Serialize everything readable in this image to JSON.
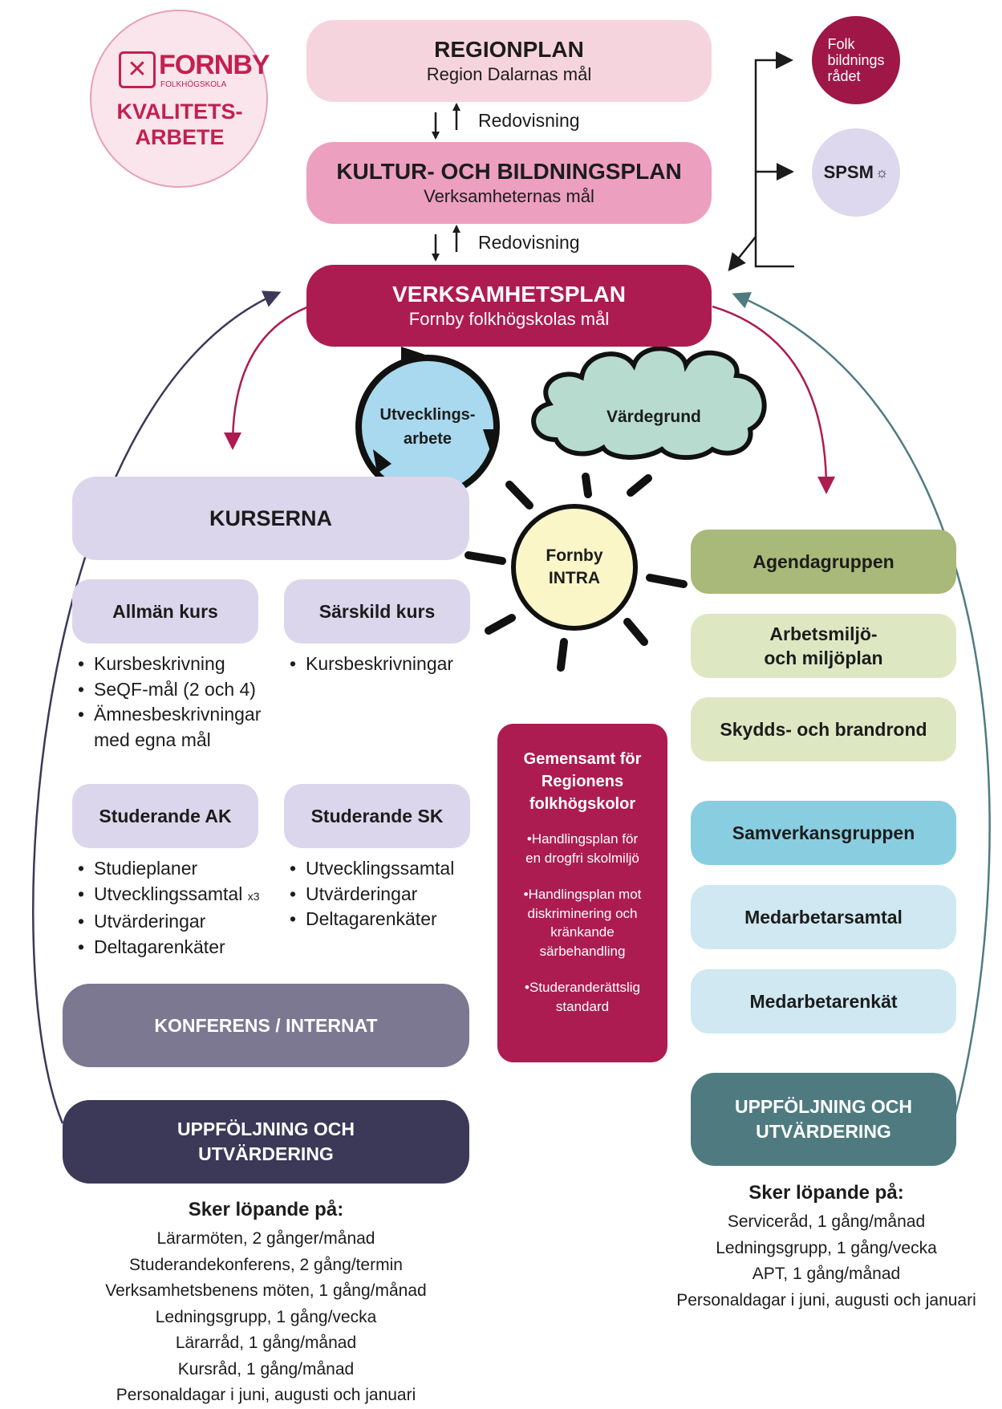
{
  "logo": {
    "brand": "FORNBY",
    "brand_sub": "FOLKHÖGSKOLA",
    "line1": "KVALITETS-",
    "line2": "ARBETE"
  },
  "regionplan": {
    "title": "REGIONPLAN",
    "subtitle": "Region Dalarnas mål"
  },
  "redovisning_1": "Redovisning",
  "kulturplan": {
    "title": "KULTUR- OCH BILDNINGSPLAN",
    "subtitle": "Verksamheternas mål"
  },
  "redovisning_2": "Redovisning",
  "verksamhetsplan": {
    "title": "VERKSAMHETSPLAN",
    "subtitle": "Fornby folkhögskolas mål"
  },
  "external": {
    "folkbildningsradet": {
      "line1": "Folk",
      "line2": "bildnings",
      "line3": "rådet"
    },
    "spsm": {
      "label": "SPSM"
    }
  },
  "utvecklingsarbete": {
    "line1": "Utvecklings-",
    "line2": "arbete"
  },
  "vardegrund": "Värdegrund",
  "intra": {
    "line1": "Fornby",
    "line2": "INTRA"
  },
  "kurserna": "KURSERNA",
  "allman_kurs": {
    "label": "Allmän kurs",
    "items": [
      "Kursbeskrivning",
      "SeQF-mål (2 och 4)",
      "Ämnesbeskrivningar",
      "med egna mål"
    ]
  },
  "sarskild_kurs": {
    "label": "Särskild kurs",
    "items": [
      "Kursbeskrivningar"
    ]
  },
  "studerande_ak": {
    "label": "Studerande AK",
    "items": [
      "Studieplaner",
      "Utvecklingssamtal",
      "Utvärderingar",
      "Deltagarenkäter"
    ],
    "times": "x3"
  },
  "studerande_sk": {
    "label": "Studerande SK",
    "items": [
      "Utvecklingssamtal",
      "Utvärderingar",
      "Deltagarenkäter"
    ]
  },
  "gemensamt": {
    "title_1": "Gemensamt för",
    "title_2": "Regionens",
    "title_3": "folkhögskolor",
    "b1_l1": "Handlingsplan för",
    "b1_l2": "en drogfri skolmiljö",
    "b2_l1": "Handlingsplan mot",
    "b2_l2": "diskriminering och",
    "b2_l3": "kränkande",
    "b2_l4": "särbehandling",
    "b3_l1": "Studeranderättslig",
    "b3_l2": "standard"
  },
  "konferens": "KONFERENS / INTERNAT",
  "uppfoljning_left": {
    "line1": "UPPFÖLJNING OCH",
    "line2": "UTVÄRDERING"
  },
  "uppfoljning_right": {
    "line1": "UPPFÖLJNING OCH",
    "line2": "UTVÄRDERING"
  },
  "right_groups": {
    "agendagruppen": "Agendagruppen",
    "arbetsmiljo_1": "Arbetsmiljö-",
    "arbetsmiljo_2": "och miljöplan",
    "skydds": "Skydds- och brandrond",
    "samverkan": "Samverkansgruppen",
    "medarbetarsamtal": "Medarbetarsamtal",
    "medarbetarenkat": "Medarbetarenkät"
  },
  "schedule_left": {
    "heading": "Sker löpande på:",
    "items": [
      "Lärarmöten, 2 gånger/månad",
      "Studerandekonferens, 2 gång/termin",
      "Verksamhetsbenens möten, 1 gång/månad",
      "Ledningsgrupp, 1 gång/vecka",
      "Lärarråd, 1 gång/månad",
      "Kursråd, 1 gång/månad",
      "Personaldagar i juni, augusti och januari"
    ]
  },
  "schedule_right": {
    "heading": "Sker löpande på:",
    "items": [
      "Serviceråd, 1 gång/månad",
      "Ledningsgrupp, 1 gång/vecka",
      "APT, 1 gång/månad",
      "Personaldagar i juni, augusti och januari"
    ]
  },
  "colors": {
    "regionplan": "#f6d4de",
    "kulturplan": "#ed9fbf",
    "verksamhetsplan": "#ad1c50",
    "lavender": "#dcd6ec",
    "konferens": "#7c7891",
    "uppfoljning_left": "#3b3858",
    "uppfoljning_right": "#4f7b80",
    "agenda": "#a8b979",
    "light_green": "#dde8c3",
    "samverkan": "#89cde0",
    "light_blue": "#cfe8f1",
    "gemensamt": "#ad1c50"
  }
}
